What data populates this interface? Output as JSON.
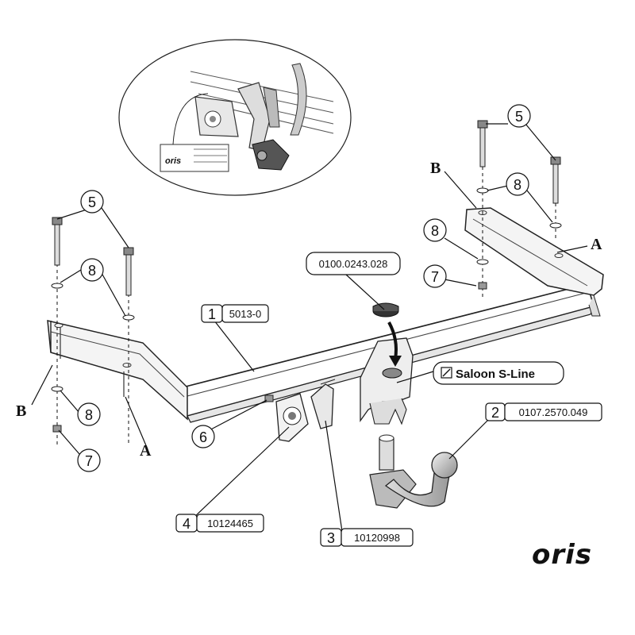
{
  "part_callouts": {
    "p1": {
      "num": "1",
      "code": "5013-0"
    },
    "p2": {
      "num": "2",
      "code": "0107.2570.049"
    },
    "p3": {
      "num": "3",
      "code": "10120998"
    },
    "p4": {
      "num": "4",
      "code": "10124465"
    },
    "cap": {
      "code": "0100.0243.028"
    }
  },
  "small_callouts": {
    "n5": "5",
    "n6": "6",
    "n7": "7",
    "n8": "8"
  },
  "point_labels": {
    "a": "A",
    "b": "B"
  },
  "variant_note": "Saloon S-Line",
  "brand": "oris",
  "inset_plate_brand": "oris"
}
